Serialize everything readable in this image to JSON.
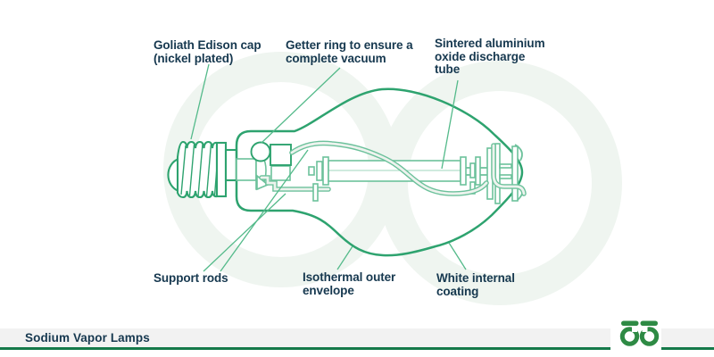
{
  "labels": {
    "edison_cap": "Goliath Edison cap\n(nickel plated)",
    "getter_ring": "Getter ring to ensure a\ncomplete vacuum",
    "discharge_tube": "Sintered aluminium\noxide discharge\ntube",
    "support_rods": "Support rods",
    "outer_envelope": "Isothermal outer\nenvelope",
    "internal_coating": "White internal\ncoating"
  },
  "footer": {
    "caption": "Sodium Vapor Lamps",
    "logo_icon": "geeksforgeeks-logo"
  },
  "colors": {
    "outline": "#2ea36f",
    "inner": "#6cc19b",
    "wire_fill": "#edf3ee",
    "leader": "#54ba8a",
    "label_text": "#16384f",
    "footer_strip": "#f2f2f2",
    "footer_line": "#15794a",
    "logo_green": "#2e8a44",
    "watermark": "#eff5f0"
  }
}
